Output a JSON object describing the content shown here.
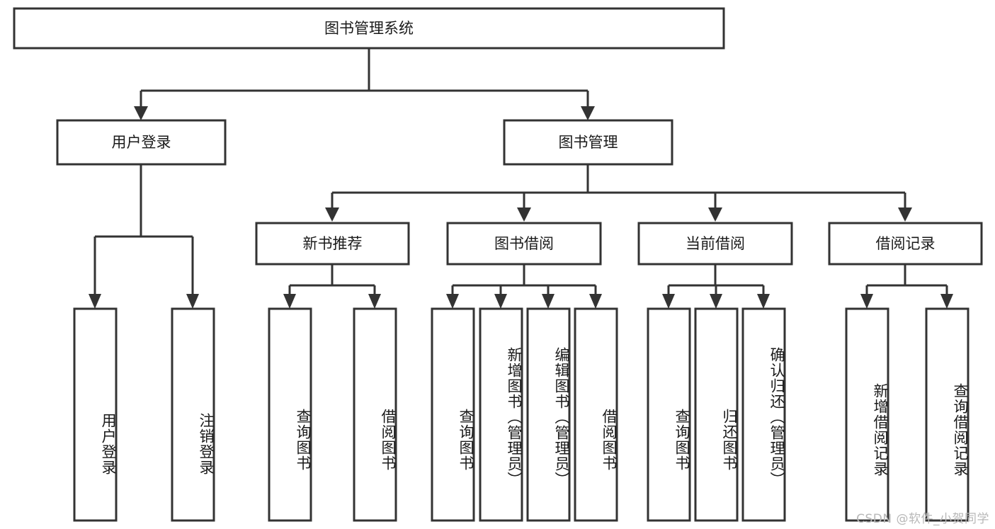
{
  "diagram": {
    "title": "图书管理系统",
    "type": "tree-hierarchy-chart",
    "watermark": "CSDN @软件_小贺同学",
    "colors": {
      "stroke": "#333333",
      "fill": "#ffffff",
      "text": "#1a1a1a",
      "watermark": "#b8b8b8",
      "background": "#ffffff"
    },
    "root": {
      "label": "图书管理系统"
    },
    "level2": [
      {
        "label": "用户登录"
      },
      {
        "label": "图书管理"
      }
    ],
    "level3": [
      {
        "label": "新书推荐"
      },
      {
        "label": "图书借阅"
      },
      {
        "label": "当前借阅"
      },
      {
        "label": "借阅记录"
      }
    ],
    "leaves": {
      "user_login": [
        {
          "label": "用户登录"
        },
        {
          "label": "注销登录"
        }
      ],
      "new_book_recommend": [
        {
          "label": "查询图书"
        },
        {
          "label": "借阅图书"
        }
      ],
      "book_borrow": [
        {
          "label": "查询图书"
        },
        {
          "label": "新增图书（管理员）"
        },
        {
          "label": "编辑图书（管理员）"
        },
        {
          "label": "借阅图书"
        }
      ],
      "current_borrow": [
        {
          "label": "查询图书"
        },
        {
          "label": "归还图书"
        },
        {
          "label": "确认归还（管理员）"
        }
      ],
      "borrow_record": [
        {
          "label": "新增借阅记录"
        },
        {
          "label": "查询借阅记录"
        }
      ]
    }
  }
}
